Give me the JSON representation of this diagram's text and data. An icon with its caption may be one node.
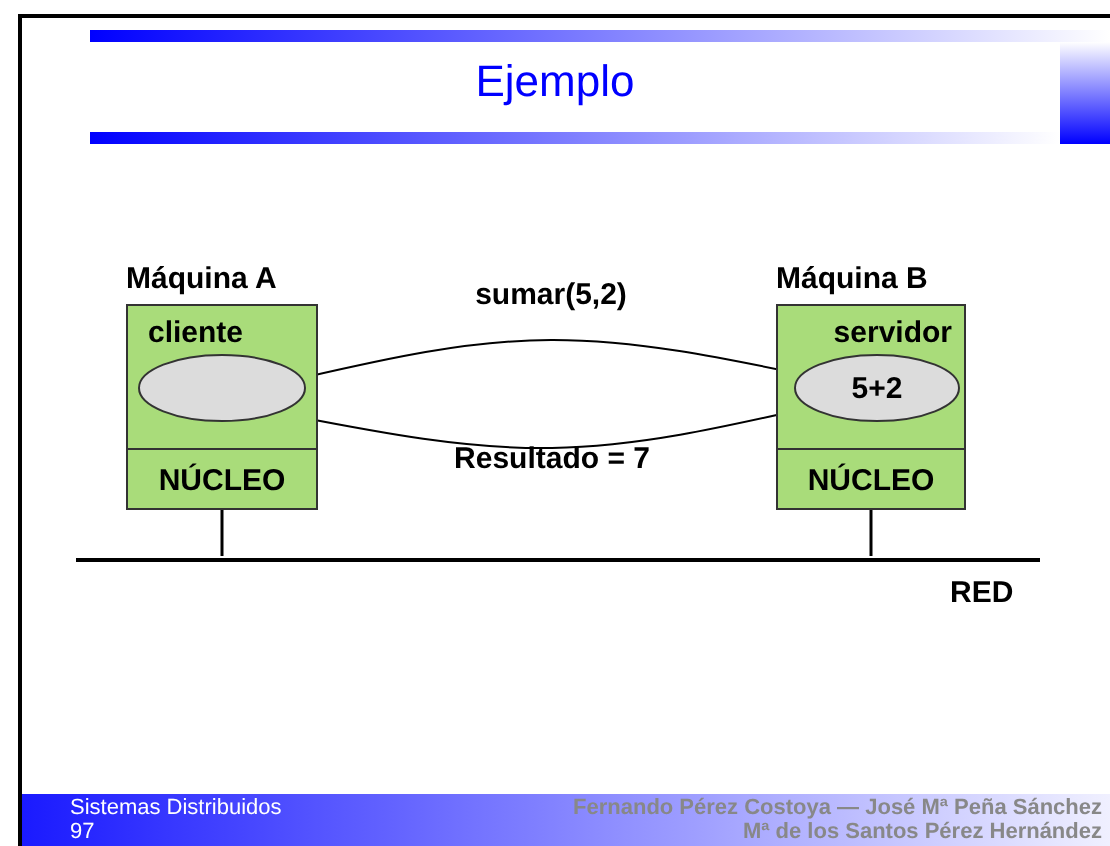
{
  "diagram": {
    "title": "Ejemplo",
    "nodes": [
      {
        "text": [
          "Máquina A"
        ]
      },
      {
        "text": [
          "cliente"
        ],
        "in": 0
      },
      {
        "text": [],
        "shape": "ellipse",
        "in": 1
      },
      {
        "text": [
          "NÚCLEO"
        ],
        "in": 0
      },
      {
        "text": [
          "Máquina B"
        ]
      },
      {
        "text": [
          "servidor"
        ],
        "in": 4
      },
      {
        "text": [
          "5+2"
        ],
        "in": 5
      },
      {
        "text": [
          "NÚCLEO"
        ],
        "in": 4
      },
      {
        "text": [],
        "shape": "bar",
        "beside": [
          "RED"
        ]
      }
    ],
    "edges": [
      {
        "from": 2,
        "to": 6,
        "arrow": "none",
        "label": "sumar(5,2)"
      },
      {
        "from": 6,
        "to": 2,
        "arrow": "none",
        "label": "Resultado = 7"
      },
      {
        "from": 3,
        "to": 8,
        "arrow": "none"
      },
      {
        "from": 7,
        "to": 8,
        "arrow": "none"
      }
    ],
    "labels": [
      "Sistemas Distribuidos",
      "97",
      "Fernando Pérez Costoya — José Mª Peña Sánchez",
      "Mª de los Santos Pérez Hernández"
    ]
  }
}
